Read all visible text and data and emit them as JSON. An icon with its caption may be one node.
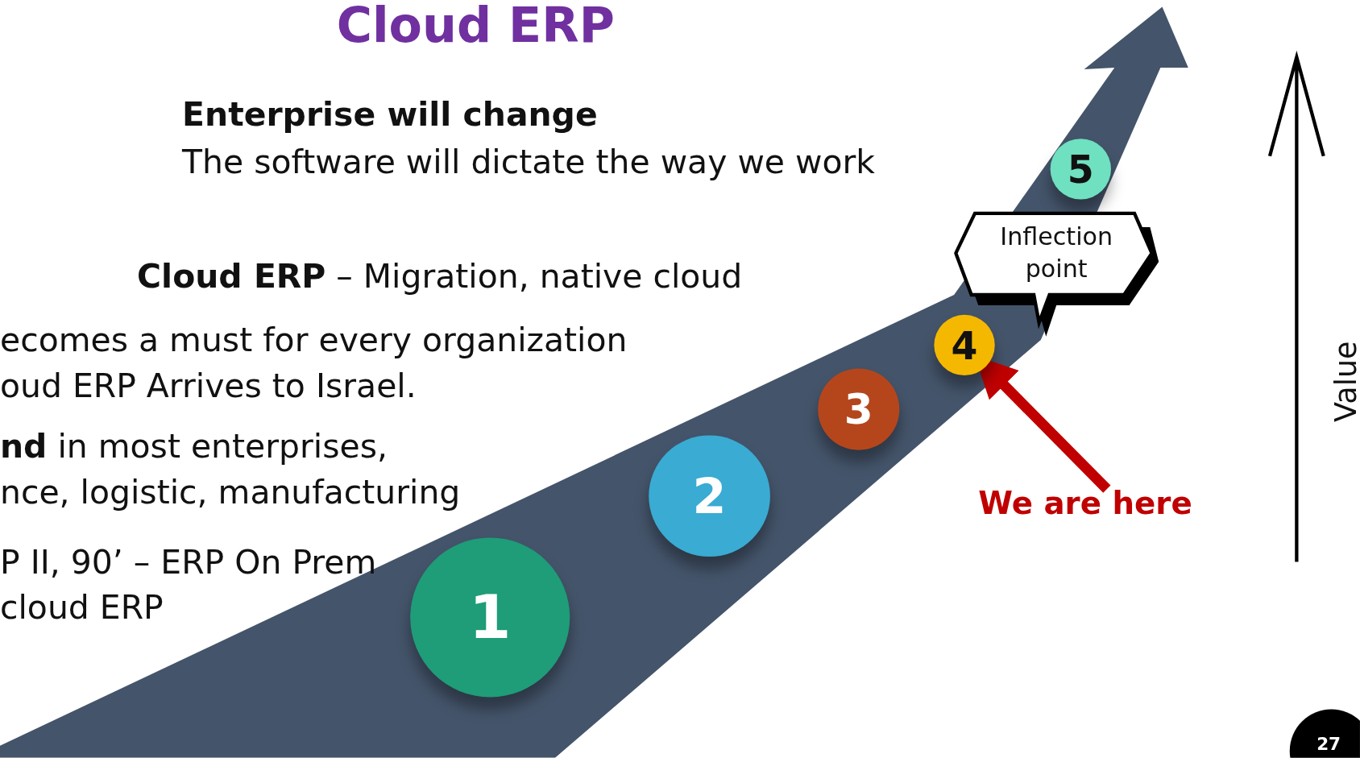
{
  "diagram": {
    "title": "Cloud ERP",
    "nodes": [
      {
        "text": [
          "1"
        ]
      },
      {
        "text": [
          "2"
        ]
      },
      {
        "text": [
          "3"
        ]
      },
      {
        "text": [
          "4"
        ]
      },
      {
        "text": [
          "5"
        ]
      },
      {
        "text": [
          "Inflection point"
        ]
      },
      {
        "text": [
          "We are here"
        ]
      }
    ],
    "edges": [
      {
        "from": 6,
        "to": 3,
        "arrow": "to",
        "color": "#c00000"
      }
    ],
    "labels": [
      "Enterprise will change",
      "The software will dictate the way we work",
      "**Cloud ERP** – Migration, native cloud",
      "ecomes a must for every organization",
      "oud ERP Arrives to Israel.",
      "**nd** in most enterprises,",
      "nce, logistic, manufacturing",
      "P II, 90’ – ERP On Prem",
      "cloud ERP",
      "Value",
      "27"
    ]
  }
}
